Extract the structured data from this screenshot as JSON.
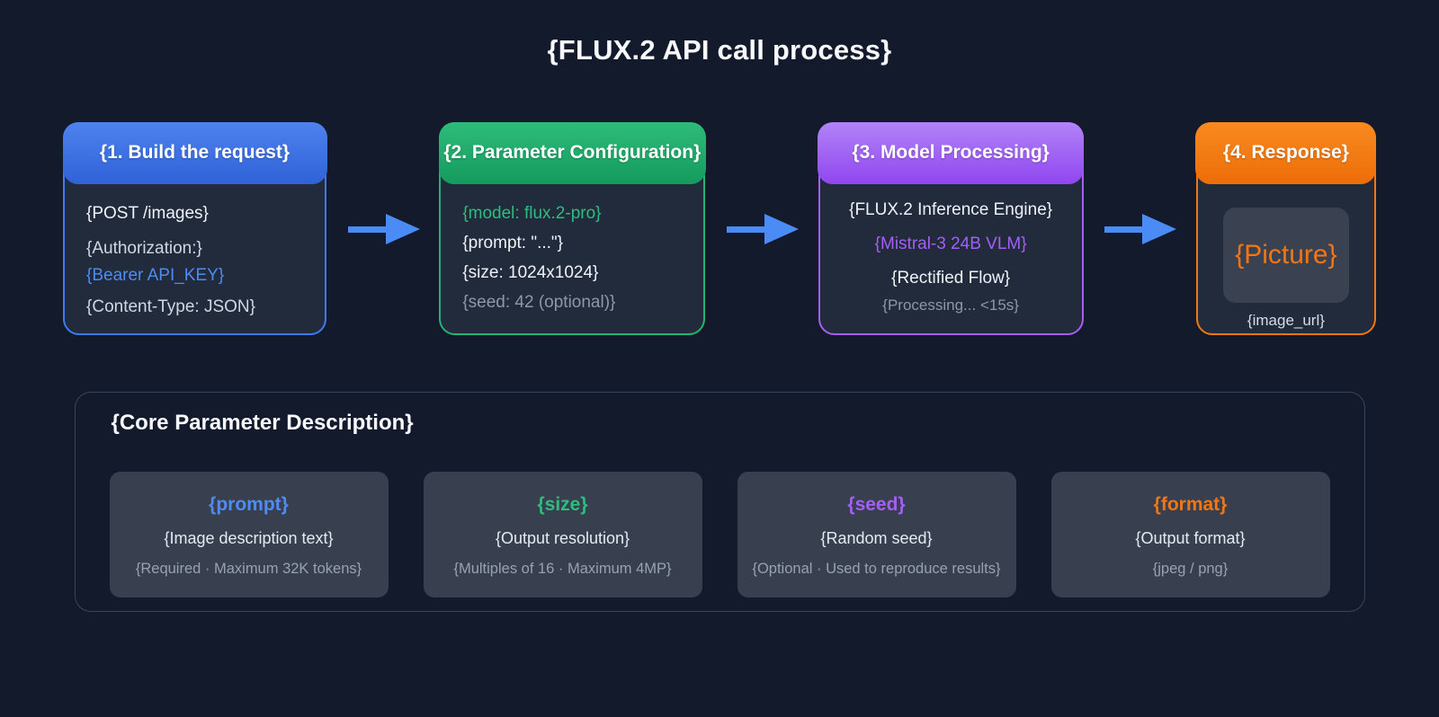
{
  "page": {
    "title": "{FLUX.2 API call process}"
  },
  "colors": {
    "background": "#131a2b",
    "card_body": "#222b3c",
    "accent_blue": "#3e7bf2",
    "accent_green": "#25b273",
    "accent_purple": "#a460f5",
    "accent_orange": "#f1770e",
    "arrow": "#4a8bf5"
  },
  "flow": {
    "steps": [
      {
        "title": "{1. Build the request}",
        "accent": "#3e7bf2",
        "lines": [
          "{POST /images}",
          "{Authorization:}",
          "{Bearer API_KEY}",
          "{Content-Type: JSON}"
        ]
      },
      {
        "title": "{2. Parameter Configuration}",
        "accent": "#25b273",
        "lines": [
          "{model: flux.2-pro}",
          "{prompt: \"...\"}",
          "{size: 1024x1024}",
          "{seed: 42 (optional)}"
        ]
      },
      {
        "title": "{3. Model Processing}",
        "accent": "#a460f5",
        "lines": [
          "{FLUX.2 Inference Engine}",
          "{Mistral-3 24B VLM}",
          "{Rectified Flow}",
          "{Processing... <15s}"
        ]
      },
      {
        "title": "{4. Response}",
        "accent": "#f1770e",
        "picture_label": "{Picture}",
        "caption": "{image_url}"
      }
    ]
  },
  "panel": {
    "title": "{Core Parameter Description}",
    "params": [
      {
        "name": "{prompt}",
        "accent": "#4d8bf5",
        "desc": "{Image description text}",
        "note": "{Required · Maximum 32K tokens}"
      },
      {
        "name": "{size}",
        "accent": "#2dbd7e",
        "desc": "{Output resolution}",
        "note": "{Multiples of 16 · Maximum 4MP}"
      },
      {
        "name": "{seed}",
        "accent": "#a55ef7",
        "desc": "{Random seed}",
        "note": "{Optional · Used to reproduce results}"
      },
      {
        "name": "{format}",
        "accent": "#f47613",
        "desc": "{Output format}",
        "note": "{jpeg / png}"
      }
    ]
  }
}
